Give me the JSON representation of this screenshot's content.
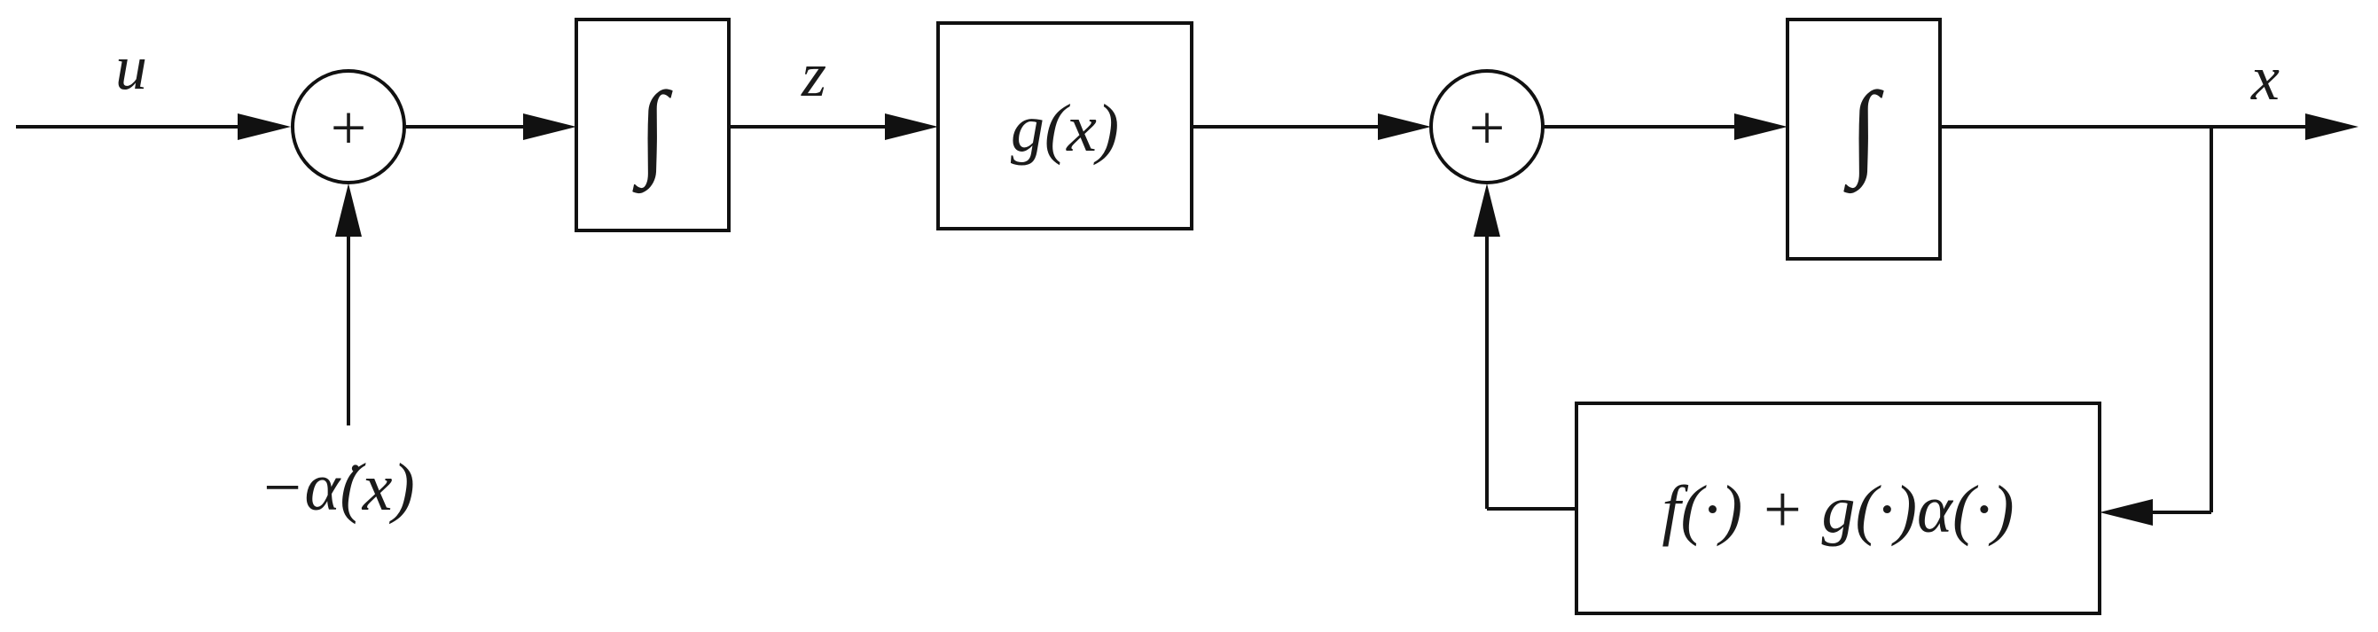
{
  "diagram": {
    "signals": {
      "input": "u",
      "z": "z",
      "output": "x",
      "disturbance": "−α̇(x)"
    },
    "blocks": {
      "integrator_1": "∫",
      "gain": "g(x)",
      "integrator_2": "∫",
      "feedback": "f(·) + g(·)α(·)"
    },
    "summing_junctions": {
      "sum_1": "+",
      "sum_2": "+"
    }
  }
}
